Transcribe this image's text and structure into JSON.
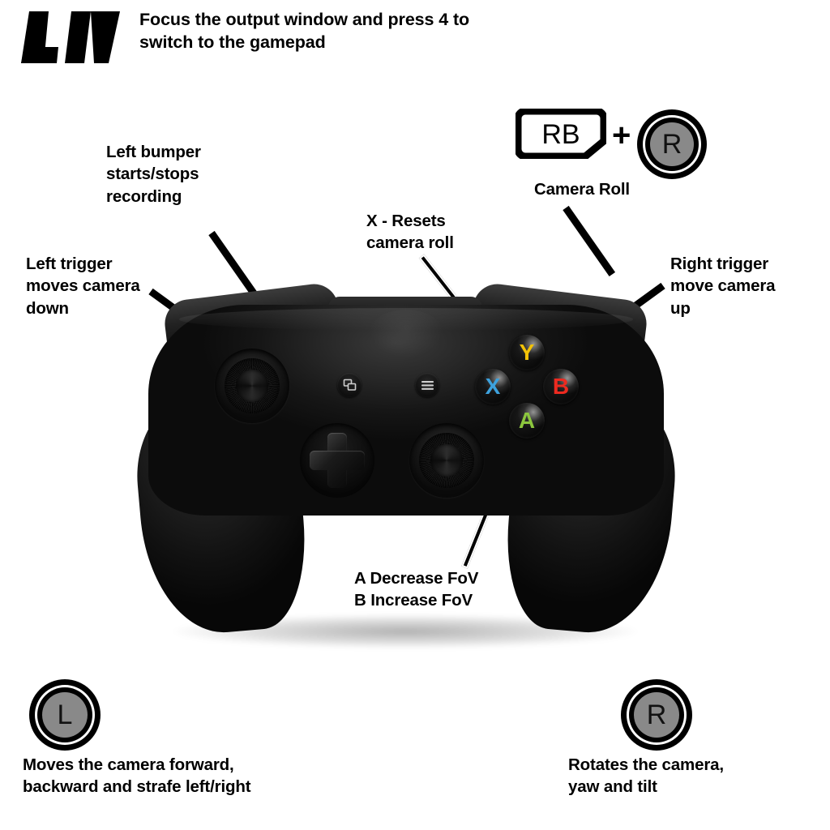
{
  "header": {
    "logo_text": "LIV",
    "logo_name": "liv-logo",
    "instruction": "Focus the output window and press 4 to switch to the gamepad"
  },
  "colors": {
    "background": "#ffffff",
    "text": "#000000",
    "stick_fill": "#898989",
    "button_y": "#F2C207",
    "button_x": "#3DA2DE",
    "button_b": "#ED2A20",
    "button_a": "#8CC63E",
    "controller_body": "#141414"
  },
  "annotations": {
    "left_bumper": "Left bumper\nstarts/stops\nrecording",
    "left_trigger": "Left trigger\nmoves camera\ndown",
    "x_reset": "X - Resets\ncamera roll",
    "right_trigger": "Right trigger\nmove camera\nup",
    "fov": "A Decrease FoV\nB Increase FoV",
    "camera_roll": "Camera Roll"
  },
  "camera_roll_combo": {
    "bumper_label": "RB",
    "plus": "+",
    "stick_label": "R",
    "caption": "Camera Roll"
  },
  "sticks": {
    "left": {
      "label": "L",
      "caption": "Moves the camera forward,\nbackward and strafe left/right"
    },
    "right": {
      "label": "R",
      "caption": "Rotates the camera,\nyaw and tilt"
    }
  },
  "controller": {
    "face_buttons": [
      {
        "label": "Y",
        "color": "#F2C207",
        "name": "face-button-y"
      },
      {
        "label": "X",
        "color": "#3DA2DE",
        "name": "face-button-x"
      },
      {
        "label": "B",
        "color": "#ED2A20",
        "name": "face-button-b"
      },
      {
        "label": "A",
        "color": "#8CC63E",
        "name": "face-button-a"
      }
    ],
    "center_buttons": [
      {
        "name": "view-button"
      },
      {
        "name": "menu-button"
      }
    ]
  }
}
